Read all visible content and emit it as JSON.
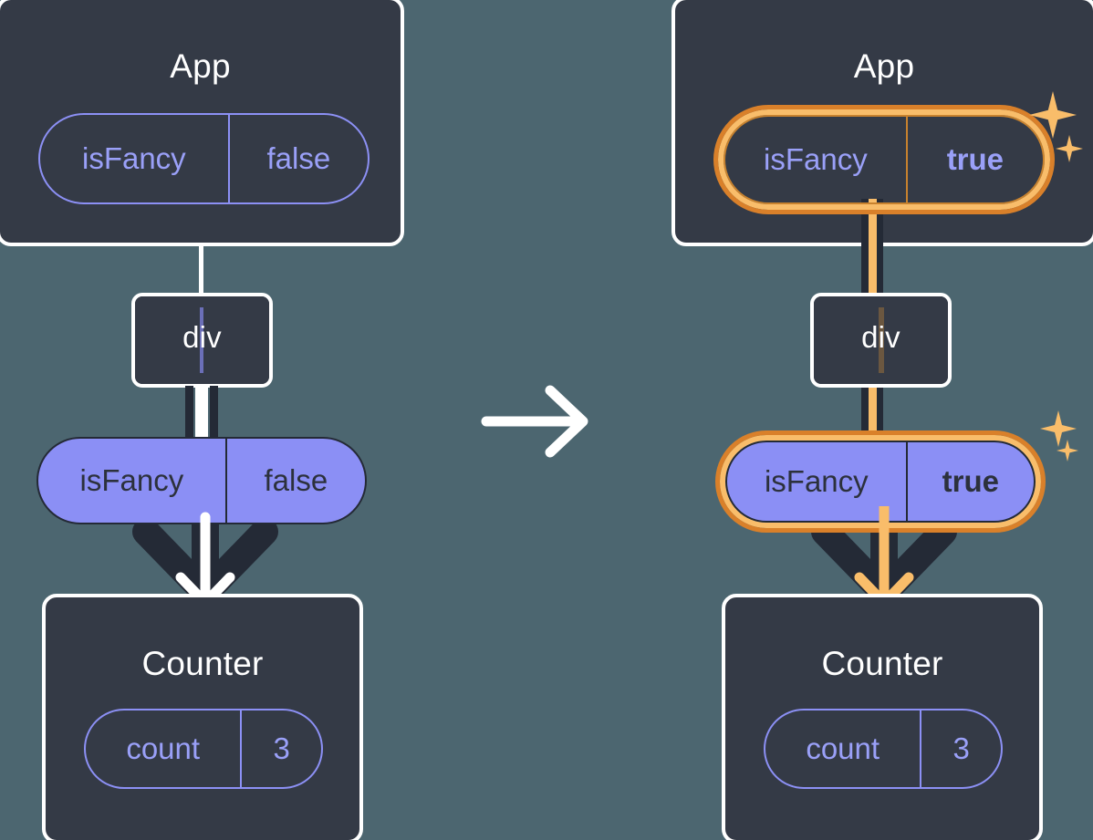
{
  "diagram": {
    "title_omitted": true,
    "background_color": "#4c6670",
    "panel_color": "#343a46",
    "accent_highlight": "#f9bd6a",
    "accent_highlight_dark": "#d9802a",
    "state_pill_color": "#8b8ff5",
    "outline_pill_color": "#8c90f5",
    "transition_arrow": "→"
  },
  "left": {
    "app": {
      "title": "App",
      "state": {
        "key": "isFancy",
        "value": "false"
      }
    },
    "div": {
      "label": "div"
    },
    "prop_pill": {
      "key": "isFancy",
      "value": "false"
    },
    "counter": {
      "title": "Counter",
      "state": {
        "key": "count",
        "value": "3"
      }
    }
  },
  "right": {
    "app": {
      "title": "App",
      "state": {
        "key": "isFancy",
        "value": "true"
      }
    },
    "div": {
      "label": "div"
    },
    "prop_pill": {
      "key": "isFancy",
      "value": "true"
    },
    "counter": {
      "title": "Counter",
      "state": {
        "key": "count",
        "value": "3"
      }
    },
    "sparkle_labels": {
      "large": "sparkle-large",
      "small": "sparkle-small"
    }
  }
}
